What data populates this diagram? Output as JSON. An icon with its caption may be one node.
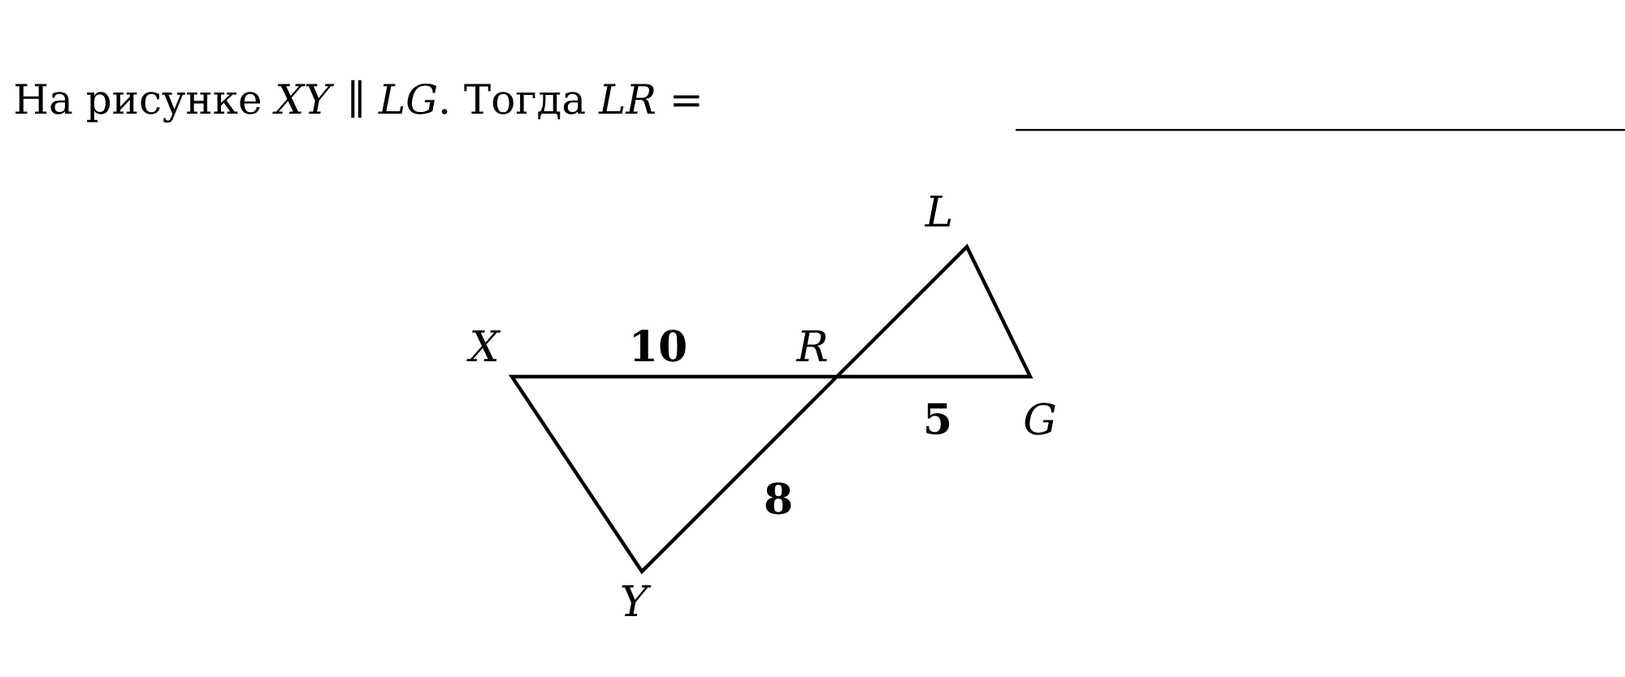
{
  "diagram": {
    "title": "На рисунке *XY* ∥ *LG*. Тогда *LR* =",
    "labels": [
      "L",
      "X",
      "10",
      "R",
      "5",
      "G",
      "8",
      "Y"
    ]
  }
}
